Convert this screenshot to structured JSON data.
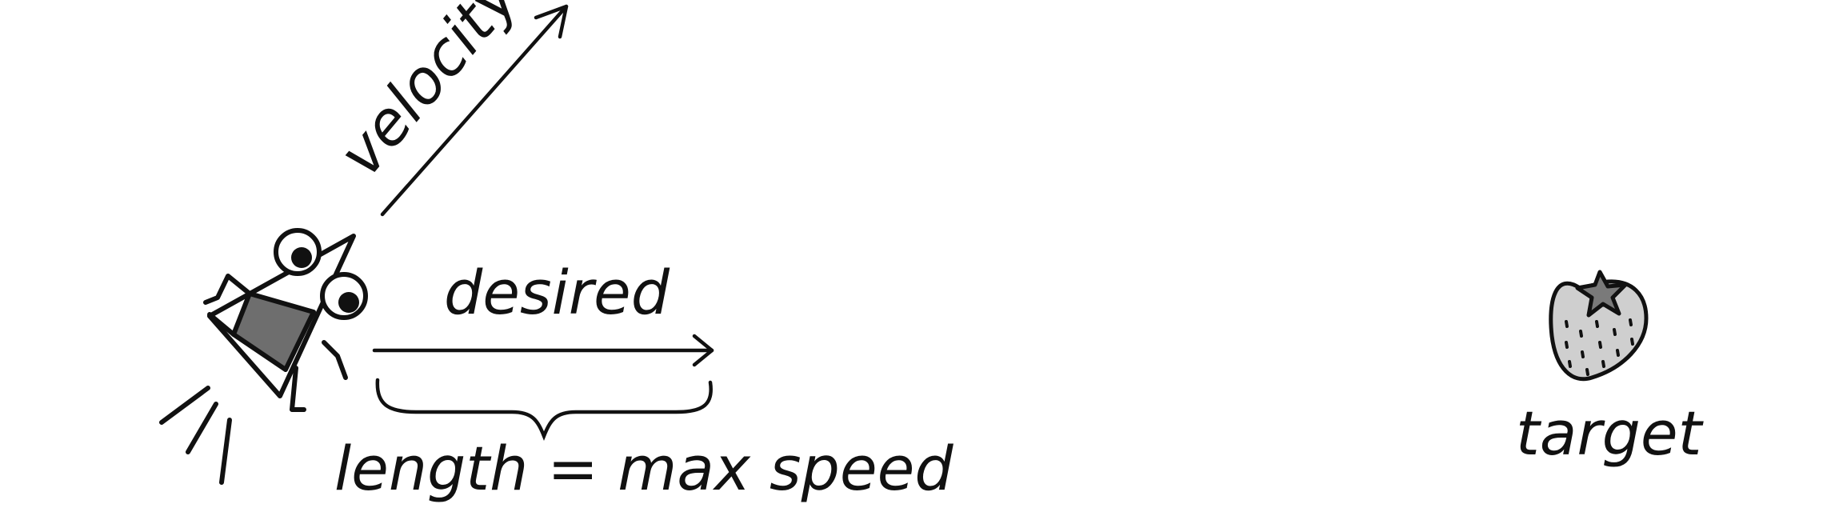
{
  "diagram": {
    "labels": {
      "velocity": "velocity",
      "desired": "desired",
      "brace": "length = max speed",
      "target": "target"
    },
    "colors": {
      "ink": "#111111",
      "body_fill": "#6e6e6e",
      "strawberry_fill": "#cfcfcf",
      "leaf_fill": "#7a7a7a",
      "background": "#ffffff"
    },
    "icons": {
      "vehicle": "cartoon-rocket-bug-icon",
      "target": "strawberry-icon"
    }
  }
}
